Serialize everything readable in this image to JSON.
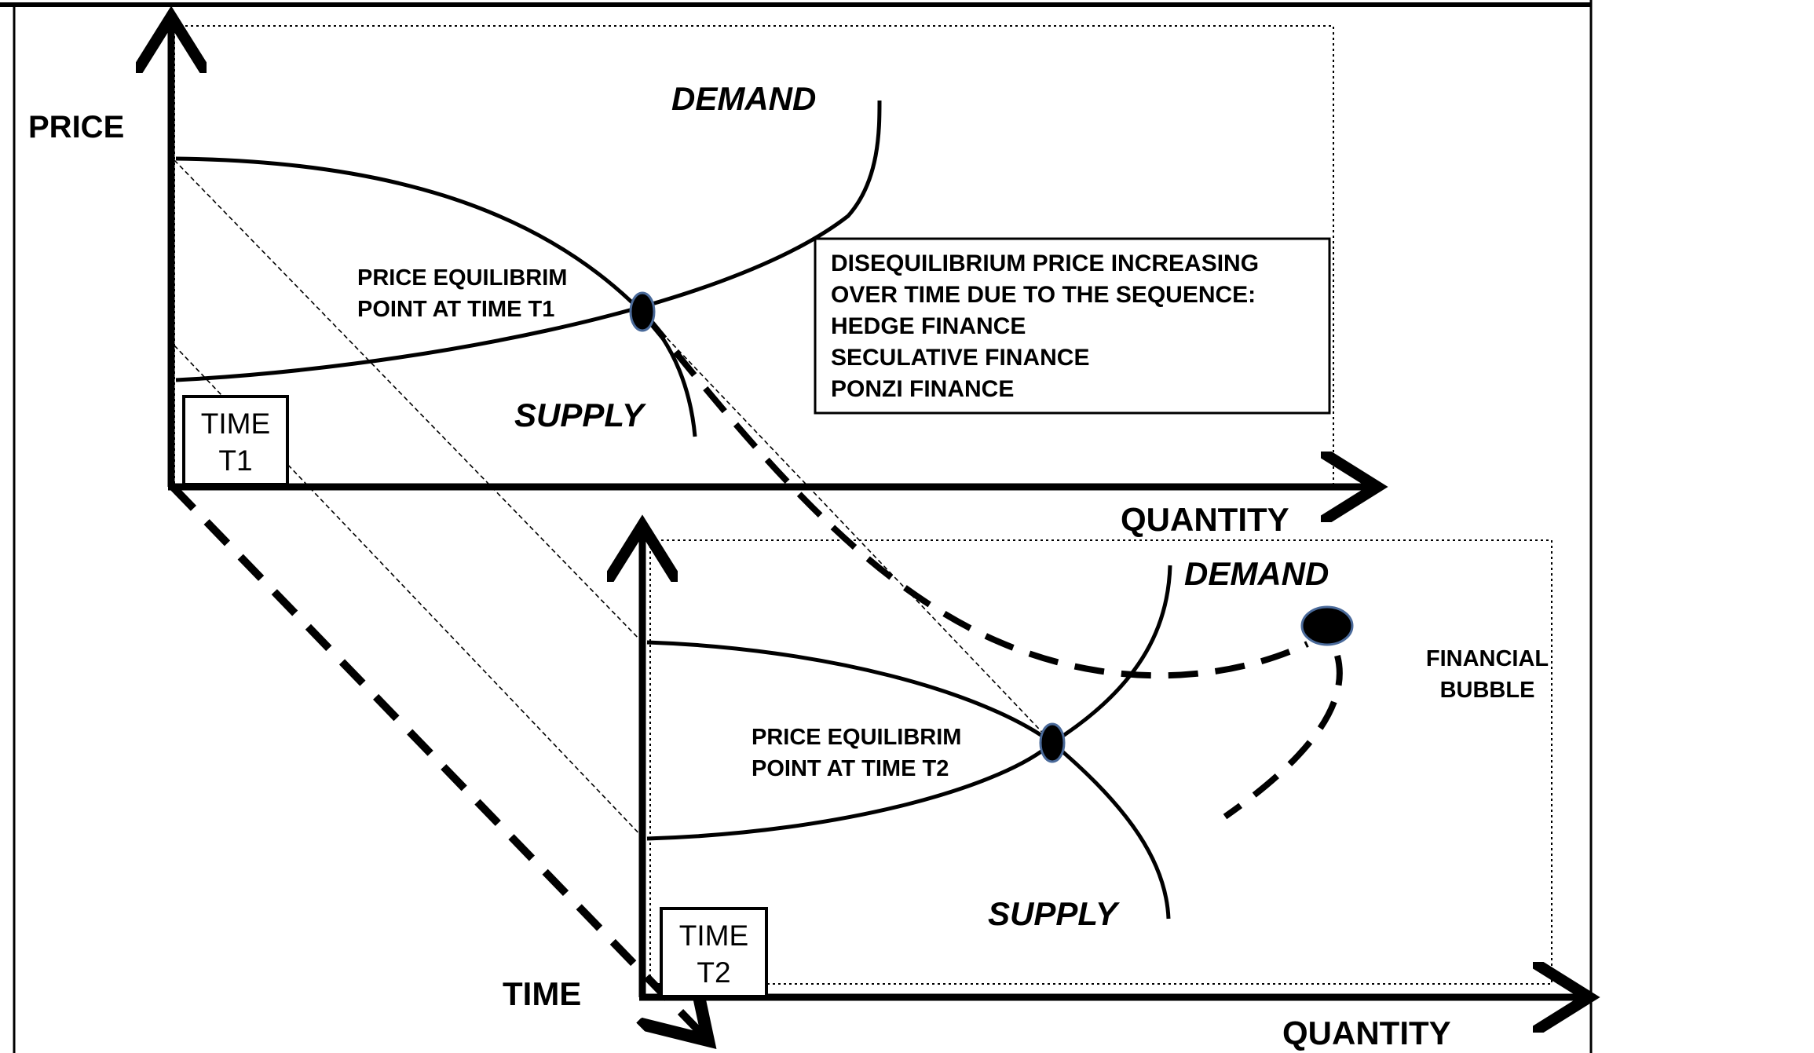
{
  "panel_t1": {
    "price_axis_label": "PRICE",
    "quantity_axis_label": "QUANTITY",
    "demand_label": "DEMAND",
    "supply_label": "SUPPLY",
    "equilibrium_line1": "PRICE EQUILIBRIM",
    "equilibrium_line2": "POINT AT TIME T1",
    "time_box_line1": "TIME",
    "time_box_line2": "T1"
  },
  "panel_t2": {
    "quantity_axis_label": "QUANTITY",
    "demand_label": "DEMAND",
    "supply_label": "SUPPLY",
    "equilibrium_line1": "PRICE EQUILIBRIM",
    "equilibrium_line2": "POINT AT TIME T2",
    "time_box_line1": "TIME",
    "time_box_line2": "T2"
  },
  "time_axis_label": "TIME",
  "disequilibrium_note": [
    "DISEQUILIBRIUM PRICE INCREASING",
    "OVER TIME DUE TO THE SEQUENCE:",
    "HEDGE FINANCE",
    "SECULATIVE FINANCE",
    "PONZI FINANCE"
  ],
  "bubble_label_line1": "FINANCIAL",
  "bubble_label_line2": "BUBBLE",
  "colors": {
    "ink": "#000000",
    "point_outline": "#4a6a9a",
    "background": "#ffffff"
  }
}
